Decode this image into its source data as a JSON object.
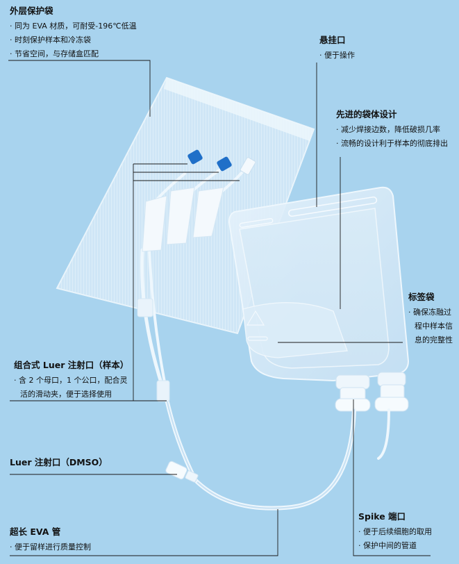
{
  "callouts": {
    "outer_bag": {
      "title": "外层保护袋",
      "items": [
        "同为 EVA 材质，可耐受-196℃低温",
        "时刻保护样本和冷冻袋",
        "节省空间，与存储盒匹配"
      ]
    },
    "hanging_port": {
      "title": "悬挂口",
      "items": [
        "便于操作"
      ]
    },
    "bag_design": {
      "title": "先进的袋体设计",
      "items": [
        "减少焊接边数，降低破损几率",
        "流畅的设计利于样本的彻底排出"
      ]
    },
    "label_bag": {
      "title": "标签袋",
      "items": [
        "确保冻融过",
        "程中样本信",
        "息的完整性"
      ]
    },
    "luer_sample": {
      "title": "组合式 Luer 注射口（样本）",
      "items": [
        "含 2 个母口，1 个公口，配合灵",
        "活的滑动夹，便于选择使用"
      ]
    },
    "luer_dmso": {
      "title": "Luer 注射口（DMSO）",
      "items": []
    },
    "eva_tube": {
      "title": "超长 EVA 管",
      "items": [
        "便于留样进行质量控制"
      ]
    },
    "spike_port": {
      "title": "Spike 端口",
      "items": [
        "便于后续细胞的取用",
        "保护中间的管道"
      ]
    }
  },
  "colors": {
    "background": "#a8d3ee",
    "leader_line": "#1a1a1a",
    "cap_blue": "#1f6fc8"
  }
}
